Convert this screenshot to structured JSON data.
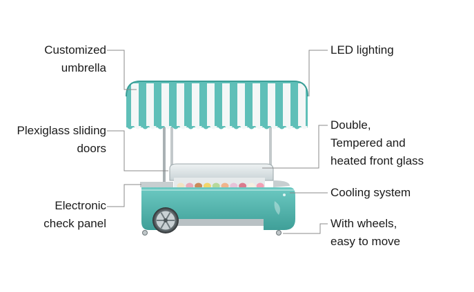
{
  "diagram": {
    "product": "gelato cart",
    "colors": {
      "teal": "#5fbfb8",
      "teal_dark": "#3a9e97",
      "stripe_white": "#f4f7f7",
      "leader_line": "#888888",
      "text": "#1a1a1a"
    },
    "labels": {
      "umbrella": [
        "Customized",
        "umbrella"
      ],
      "doors": [
        "Plexiglass sliding",
        "doors"
      ],
      "panel": [
        "Electronic",
        "check panel"
      ],
      "led": [
        "LED lighting"
      ],
      "glass": [
        "Double,",
        "Tempered and",
        "heated front glass"
      ],
      "cooling": [
        "Cooling system"
      ],
      "wheels": [
        "With wheels,",
        "easy to move"
      ]
    }
  }
}
